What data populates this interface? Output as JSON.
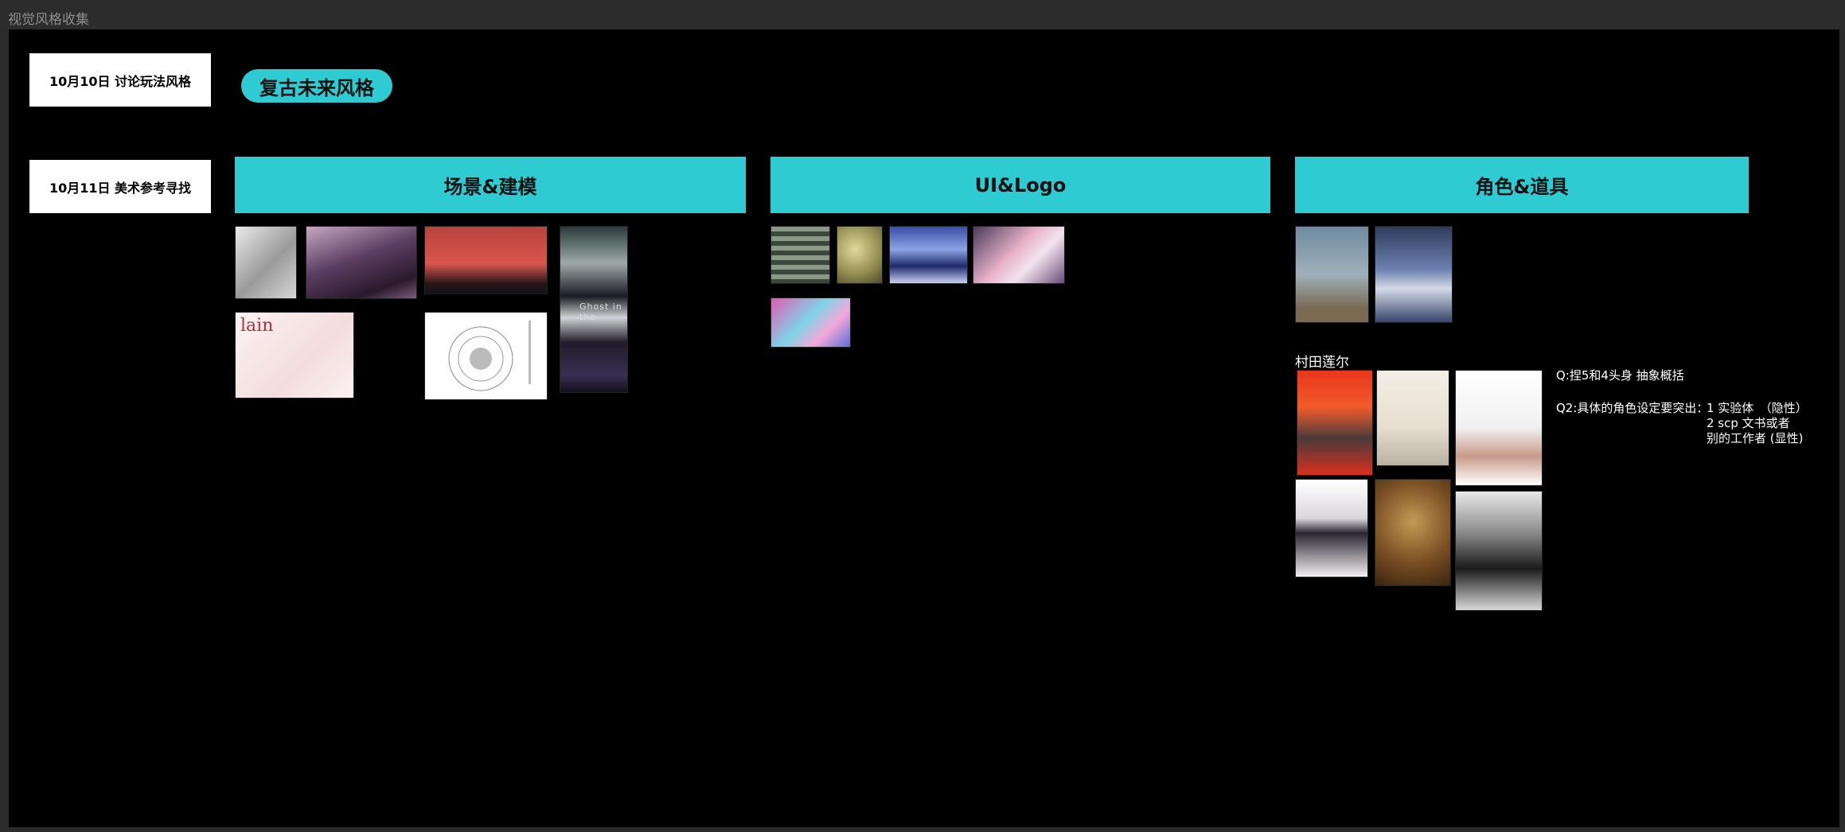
{
  "window": {
    "title": "视觉风格收集"
  },
  "board": {
    "date_1": "10月10日 讨论玩法风格",
    "date_2": "10月11日 美术参考寻找",
    "style_tag": "复古未来风格",
    "sections": {
      "scene": "场景&建模",
      "ui": "UI&Logo",
      "character": "角色&道具"
    },
    "artist_label": "村田莲尔",
    "thumb_text": {
      "lain": "lain",
      "ghost": "Ghost in the"
    },
    "notes": {
      "q1": "Q:捏5和4头身 抽象概括",
      "q2": "Q2:具体的角色设定要突出：",
      "q2_line1": "1 实验体　（隐性）",
      "q2_line2": "2 scp 文书或者",
      "q2_line3": "别的工作者 (显性)"
    }
  },
  "colors": {
    "accent": "#2fcbd3",
    "board_bg": "#000000",
    "chrome": "#2c2c2c"
  }
}
